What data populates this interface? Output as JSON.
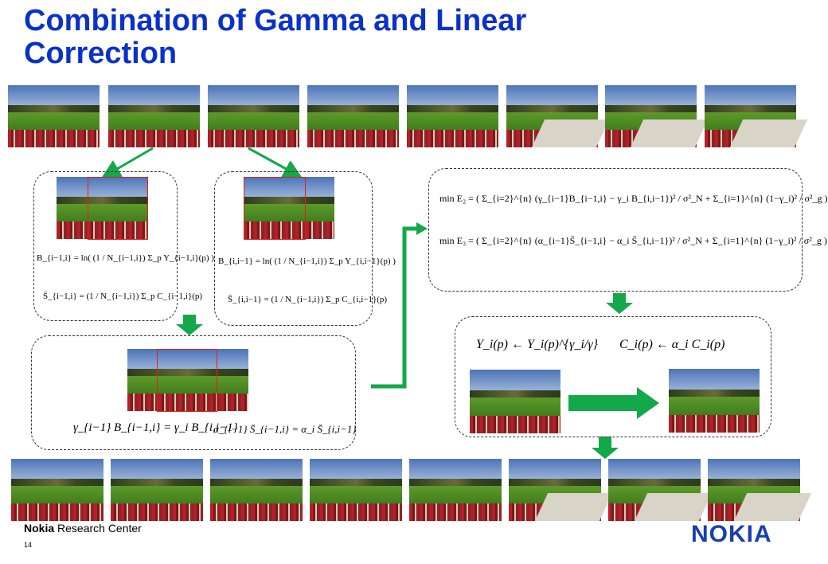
{
  "slide": {
    "title_line1": "Combination of Gamma and Linear",
    "title_line2": "Correction",
    "footer_brand": "Nokia",
    "footer_rest": " Research Center",
    "page_number": "14",
    "logo": "NOKIA"
  },
  "equations": {
    "b_im1_i": "B_{i−1,i} = ln( (1 / N_{i−1,i}) Σ_p Y_{i−1,i}(p) )",
    "s_im1_i": "S̄_{i−1,i} = (1 / N_{i−1,i}) Σ_p C_{i−1,i}(p)",
    "b_i_im1": "B_{i,i−1} = ln( (1 / N_{i−1,i}) Σ_p Y_{i,i−1}(p) )",
    "s_i_im1": "S̄_{i,i−1} = (1 / N_{i−1,i}) Σ_p C_{i,i−1}(p)",
    "gamma_rel": "γ_{i−1} B_{i−1,i} = γ_i B_{i,i−1}",
    "alpha_rel": "α_{i−1} S̄_{i−1,i} = α_i S̄_{i,i−1}",
    "min_e2": "min E₂ = ( Σ_{i=2}^{n} (γ_{i−1}B_{i−1,i} − γ_i B_{i,i−1})² / σ²_N + Σ_{i=1}^{n} (1−γ_i)² / σ²_g )",
    "min_e3": "min E₃ = ( Σ_{i=2}^{n} (α_{i−1}S̄_{i−1,i} − α_i S̄_{i,i−1})² / σ²_N + Σ_{i=1}^{n} (1−γ_i)² / σ²_g )",
    "y_update": "Y_i(p) ← Y_i(p)^{γ_i/γ}",
    "c_update": "C_i(p) ← α_i C_i(p)"
  },
  "colors": {
    "title": "#0a32c8",
    "arrow": "#13a84a",
    "roi": "#e0201a",
    "logo": "#1a3fb0"
  }
}
